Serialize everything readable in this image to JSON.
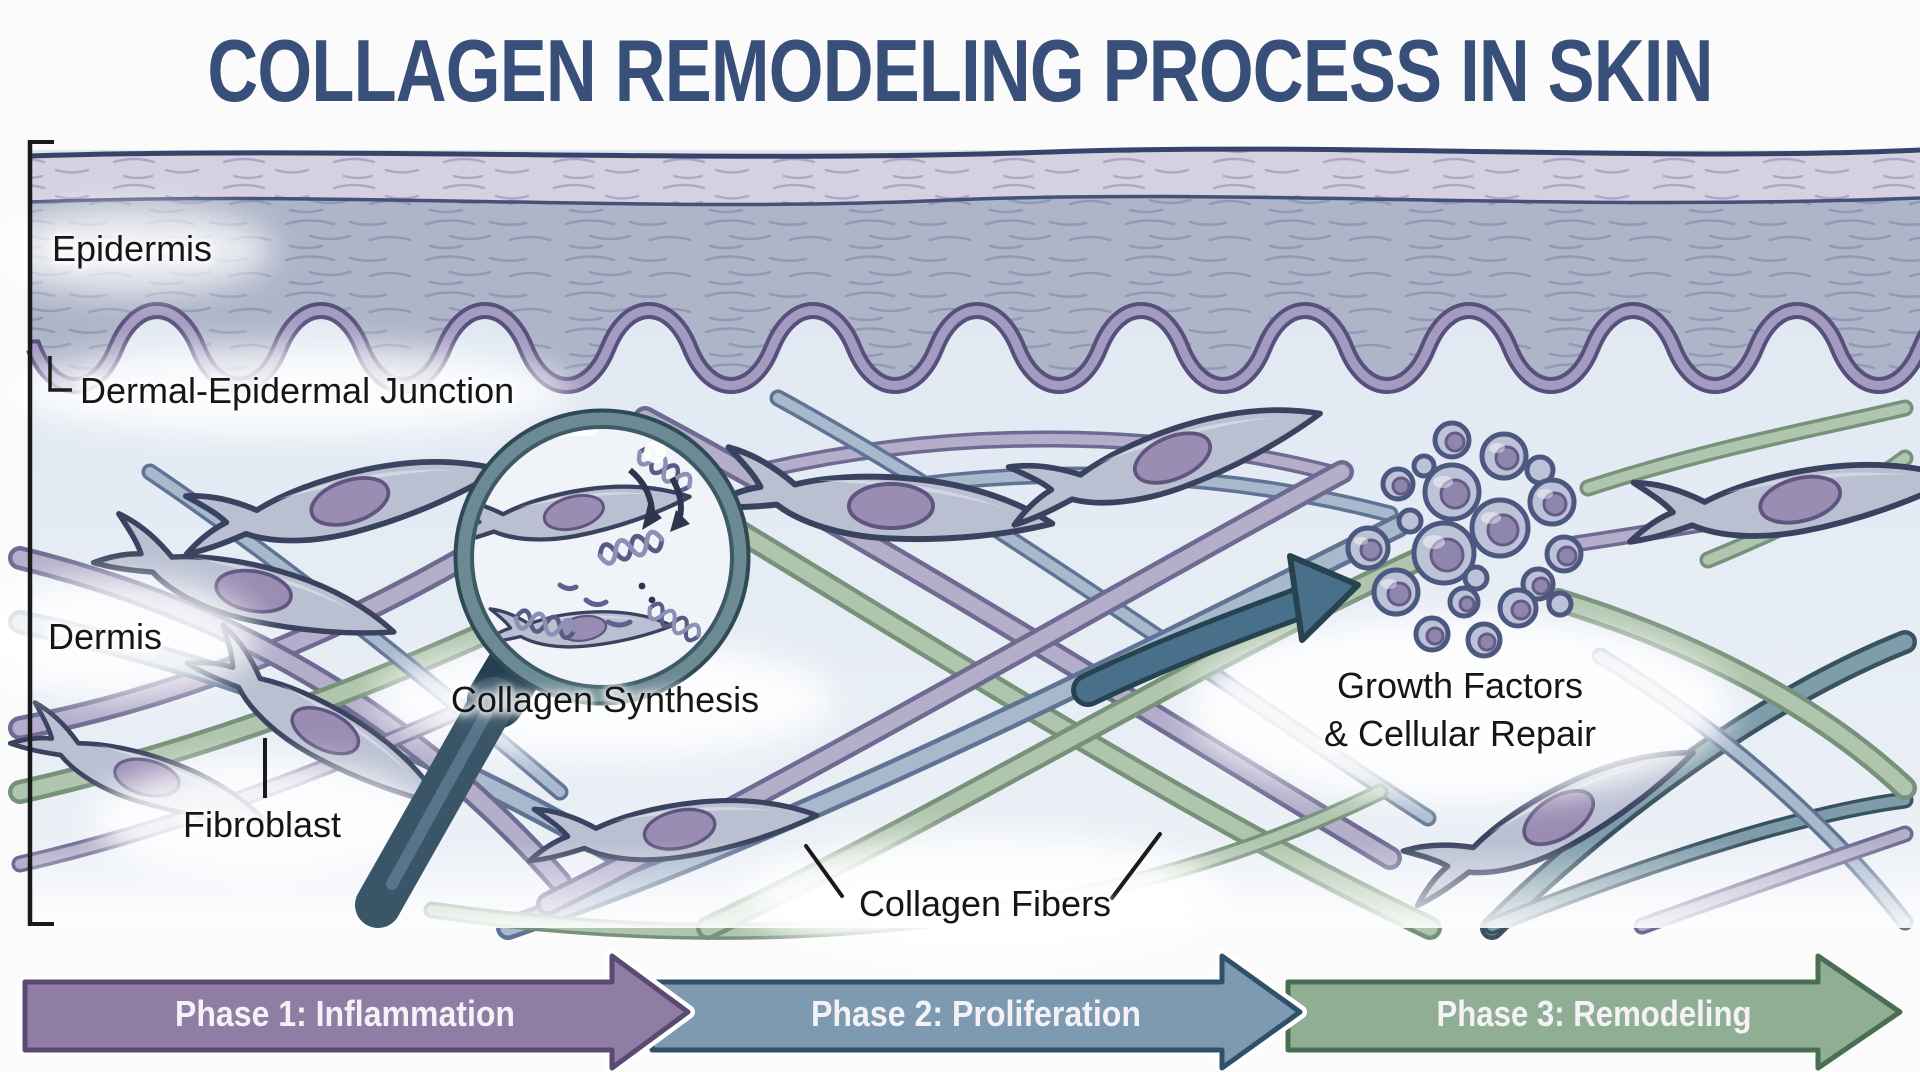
{
  "title": "COLLAGEN REMODELING PROCESS IN SKIN",
  "layers": {
    "epidermis": "Epidermis",
    "junction": "Dermal-Epidermal Junction",
    "dermis": "Dermis"
  },
  "annotations": {
    "fibroblast": "Fibroblast",
    "collagen_synthesis": "Collagen Synthesis",
    "collagen_fibers": "Collagen Fibers",
    "growth_factors_line1": "Growth Factors",
    "growth_factors_line2": "& Cellular Repair"
  },
  "phases": {
    "phase1": {
      "label": "Phase 1: Inflammation",
      "fill": "#8f7da3",
      "stroke": "#5a4a72"
    },
    "phase2": {
      "label": "Phase 2: Proliferation",
      "fill": "#7e9ab0",
      "stroke": "#2f5069"
    },
    "phase3": {
      "label": "Phase 3: Remodeling",
      "fill": "#8fae93",
      "stroke": "#4a6e52"
    }
  },
  "colors": {
    "title_text": "#374f79",
    "label_text": "#161616",
    "epidermis_fill": "#aeb5c8",
    "stratum_corneum_fill": "#d5d1e1",
    "junction_band_outer": "#574f7c",
    "junction_band_inner": "#a39bc0",
    "dermis_fill": "#e0e8f2",
    "fiber_purple": "#b4aecb",
    "fiber_green": "#b0c5ad",
    "fiber_blue": "#a8b9ce",
    "cell_body": "#bac0d2",
    "cell_nucleus": "#9a8db4",
    "growth_arrow_teal": "#49708a"
  }
}
